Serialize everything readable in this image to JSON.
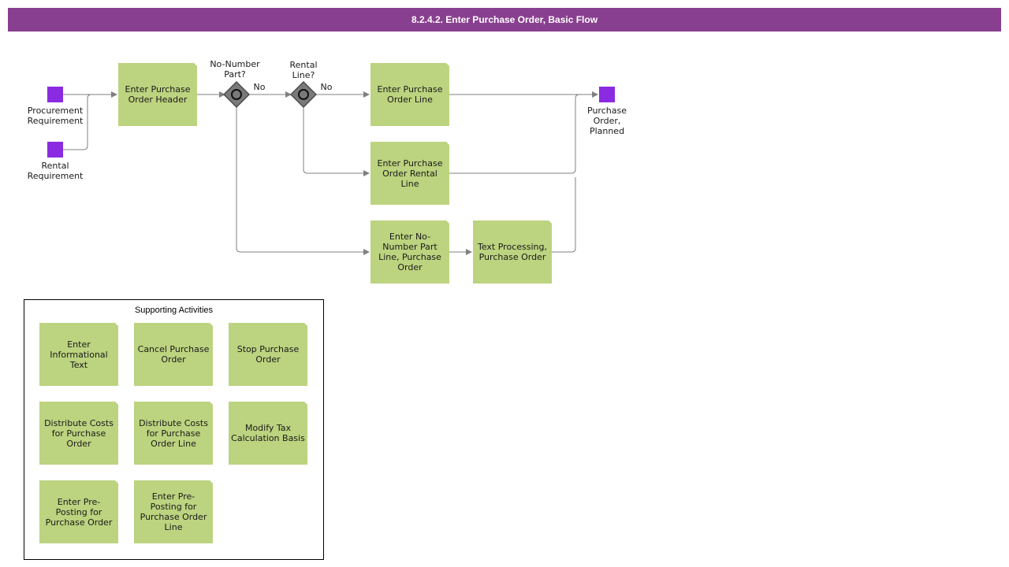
{
  "title": "8.2.4.2. Enter Purchase Order, Basic Flow",
  "colors": {
    "title_bar": "#893f8f",
    "activity": "#bcd37f",
    "event": "#8a2be2",
    "gateway": "#7a7a7a",
    "connector": "#808080"
  },
  "events": {
    "procurement": "Procurement Requirement",
    "rental": "Rental Requirement",
    "end": "Purchase Order, Planned"
  },
  "gateways": {
    "no_number": {
      "label": "No-Number Part?",
      "branch": "No"
    },
    "rental_line": {
      "label": "Rental Line?",
      "branch": "No"
    }
  },
  "activities": {
    "header": "Enter Purchase Order Header",
    "line": "Enter Purchase Order Line",
    "rental_line": "Enter Purchase Order Rental Line",
    "no_number_line": "Enter No-Number Part Line, Purchase Order",
    "text_processing": "Text Processing, Purchase Order"
  },
  "supporting": {
    "title": "Supporting Activities",
    "items": [
      "Enter Informational Text",
      "Cancel Purchase Order",
      "Stop Purchase Order",
      "Distribute Costs for Purchase Order",
      "Distribute Costs for Purchase Order Line",
      "Modify Tax Calculation Basis",
      "Enter Pre-Posting for Purchase Order",
      "Enter Pre-Posting for Purchase Order Line"
    ]
  }
}
